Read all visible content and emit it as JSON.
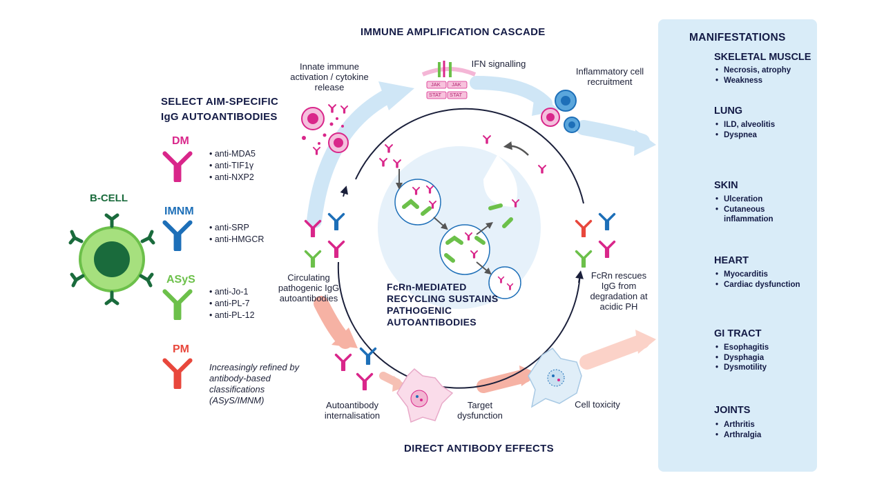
{
  "titles": {
    "cascade": "IMMUNE AMPLIFICATION CASCADE",
    "direct": "DIRECT ANTIBODY EFFECTS",
    "select": "SELECT AIM-SPECIFIC IgG AUTOANTIBODIES",
    "fcrn": "FcRn-MEDIATED RECYCLING SUSTAINS PATHOGENIC AUTOANTIBODIES",
    "manifestations": "MANIFESTATIONS"
  },
  "bcell": "B-CELL",
  "classes": [
    {
      "name": "DM",
      "color": "#d9268a",
      "items": [
        "anti-MDA5",
        "anti-TIF1γ",
        "anti-NXP2"
      ]
    },
    {
      "name": "IMNM",
      "color": "#1d6fb8",
      "items": [
        "anti-SRP",
        "anti-HMGCR"
      ]
    },
    {
      "name": "ASyS",
      "color": "#6cc04a",
      "items": [
        "anti-Jo-1",
        "anti-PL-7",
        "anti-PL-12"
      ]
    },
    {
      "name": "PM",
      "color": "#e8473c",
      "note": "Increasingly refined by antibody-based classifications (ASyS/IMNM)"
    }
  ],
  "steps": {
    "innate": "Innate immune activation / cytokine release",
    "ifn": "IFN signalling",
    "inflammatory": "Inflammatory cell recruitment",
    "circulating": "Circulating pathogenic IgG autoantibodies",
    "fcrn_rescue": "FcRn rescues IgG from degradation at acidic PH",
    "internalisation": "Autoantibody internalisation",
    "target": "Target dysfunction",
    "toxicity": "Cell toxicity",
    "jak": "JAK",
    "stat": "STAT"
  },
  "manifestations": [
    {
      "name": "SKELETAL MUSCLE",
      "items": [
        "Necrosis, atrophy",
        "Weakness"
      ],
      "icon": "muscle-icon"
    },
    {
      "name": "LUNG",
      "items": [
        "ILD, alveolitis",
        "Dyspnea"
      ],
      "icon": "lung-icon"
    },
    {
      "name": "SKIN",
      "items": [
        "Ulceration",
        "Cutaneous inflammation"
      ],
      "icon": "skin-icon"
    },
    {
      "name": "HEART",
      "items": [
        "Myocarditis",
        "Cardiac dysfunction"
      ],
      "icon": "heart-icon"
    },
    {
      "name": "GI TRACT",
      "items": [
        "Esophagitis",
        "Dysphagia",
        "Dysmotility"
      ],
      "icon": "stomach-icon"
    },
    {
      "name": "JOINTS",
      "items": [
        "Arthritis",
        "Arthralgia"
      ],
      "icon": "joint-icon"
    }
  ],
  "colors": {
    "magenta": "#d9268a",
    "blue": "#1d6fb8",
    "green": "#6cc04a",
    "red": "#e8473c",
    "navy": "#131a45",
    "panel": "#d9ecf8"
  }
}
